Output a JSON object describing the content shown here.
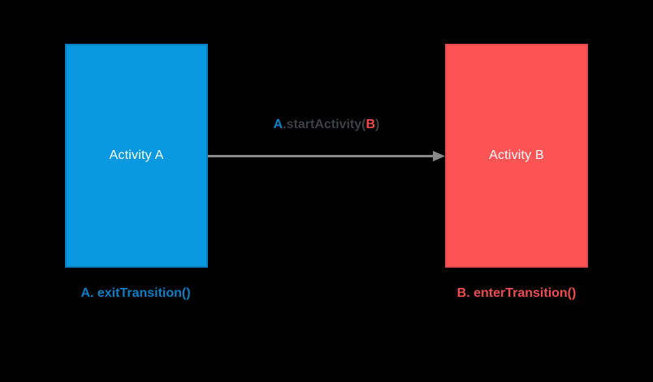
{
  "canvas": {
    "background_color": "#000000"
  },
  "boxes": {
    "a": {
      "label": "Activity A",
      "fill_color": "#0999E1",
      "border_color": "#0A80C0",
      "text_color": "#FFFFFF"
    },
    "b": {
      "label": "Activity B",
      "fill_color": "#FC5355",
      "border_color": "#E04B4E",
      "text_color": "#FFFFFF"
    }
  },
  "arrow": {
    "icon": "arrow-right-icon",
    "color": "#8A8A8A",
    "label": {
      "prefix": "A",
      "method": ".startActivity(",
      "arg": "B",
      "suffix": ")",
      "prefix_color": "#0A87CE",
      "method_color": "#3C4043",
      "arg_color": "#F4494C"
    }
  },
  "captions": {
    "a": {
      "text": "A. exitTransition()",
      "color": "#0A7FC6"
    },
    "b": {
      "text": "B. enterTransition()",
      "color": "#F04B4E"
    }
  }
}
